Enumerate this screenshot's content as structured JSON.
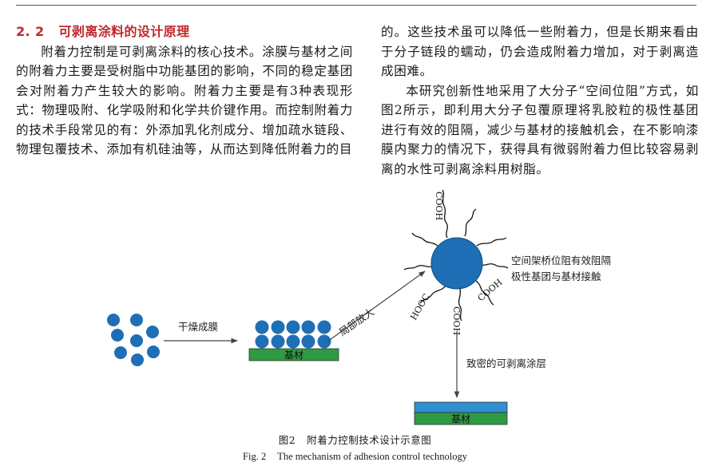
{
  "section": {
    "number": "2. 2",
    "title": "可剥离涂料的设计原理"
  },
  "body": {
    "left_paragraph": "附着力控制是可剥离涂料的核心技术。涂膜与基材之间的附着力主要是受树脂中功能基团的影响，不同的稳定基团会对附着力产生较大的影响。附着力主要是有3种表现形式：物理吸附、化学吸附和化学共价键作用。而控制附着力的技术手段常见的有：外添加乳化剂成分、增加疏水链段、物理包覆技术、添加有机硅油等，从而达到降低附着力的目",
    "right_paragraph_cont": "的。这些技术虽可以降低一些附着力，但是长期来看由于分子链段的蠕动，仍会造成附着力增加，对于剥离造成困难。",
    "right_paragraph": "本研究创新性地采用了大分子“空间位阻”方式，如图2所示，即利用大分子包覆原理将乳胶粒的极性基团进行有效的阻隔，减少与基材的接触机会，在不影响漆膜内聚力的情况下，获得具有微弱附着力但比较容易剥离的水性可剥离涂料用树脂。"
  },
  "figure": {
    "label_dry": "干燥成膜",
    "label_zoom": "局部放大",
    "label_substrate": "基材",
    "label_cooh": "COOH",
    "label_hooc": "HOOC",
    "annotation_line1": "空间架桥位阻有效阻隔",
    "annotation_line2": "极性基团与基材接触",
    "label_dense": "致密的可剥离涂层",
    "colors": {
      "particle": "#1e6fb5",
      "substrate": "#2e9a44",
      "coating": "#2f8fd0",
      "arrow": "#444444"
    }
  },
  "caption": {
    "cn_label": "图2",
    "cn_text": "附着力控制技术设计示意图",
    "en_label": "Fig. 2",
    "en_text": "The mechanism of adhesion control technology"
  }
}
